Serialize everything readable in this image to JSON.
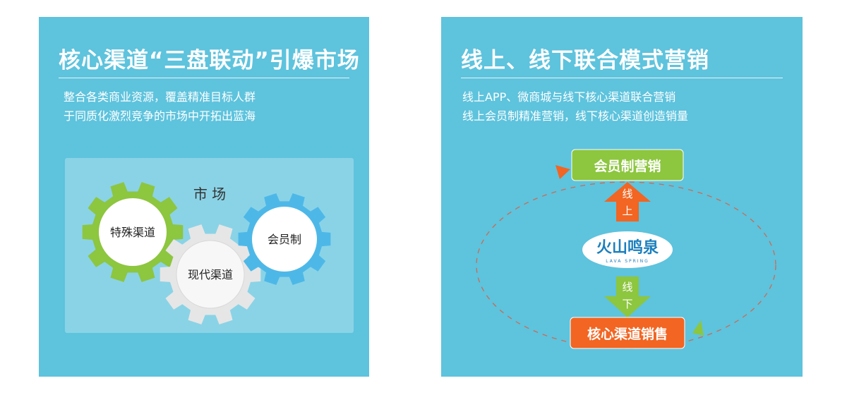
{
  "left": {
    "title": "核心渠道“三盘联动”引爆市场",
    "desc_line1": "整合各类商业资源，覆盖精准目标人群",
    "desc_line2": "于同质化激烈竞争的市场中开拓出蓝海",
    "market_label": "市 场",
    "gears": {
      "special": "特殊渠道",
      "modern": "现代渠道",
      "member": "会员制"
    }
  },
  "right": {
    "title": "线上、线下联合模式营销",
    "desc_line1": "线上APP、微商城与线下核心渠道联合营销",
    "desc_line2": "线上会员制精准营销，线下核心渠道创造销量",
    "top_box": "会员制营销",
    "bottom_box": "核心渠道销售",
    "arrow_up_1": "线",
    "arrow_up_2": "上",
    "arrow_down_1": "线",
    "arrow_down_2": "下",
    "logo_text": "火山鸣泉",
    "logo_sub": "LAVA SPRING"
  },
  "colors": {
    "panel_bg": "#5ec3dd",
    "green": "#8dc63f",
    "orange": "#f26522",
    "gear_blue": "#4db8e8"
  }
}
